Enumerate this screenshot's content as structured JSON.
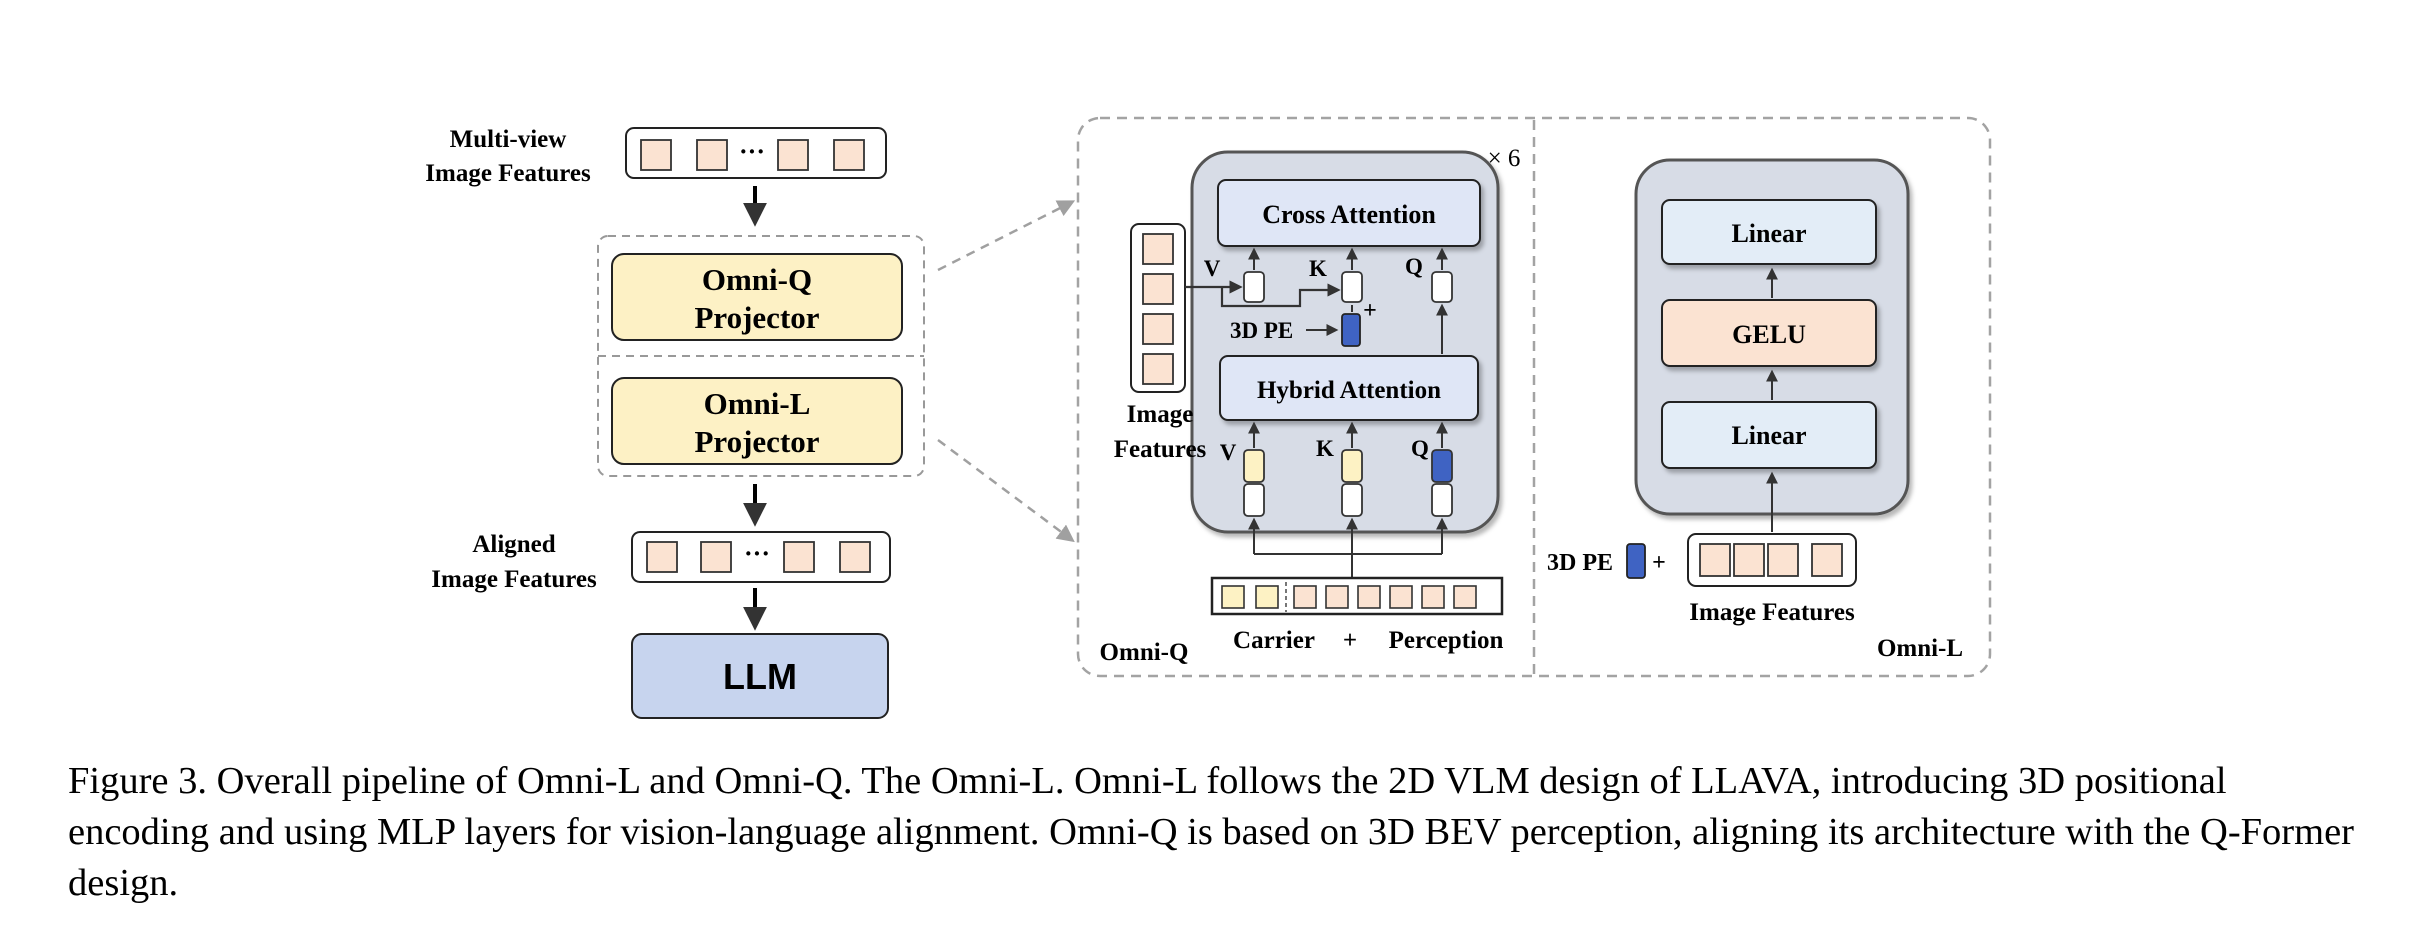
{
  "pipeline": {
    "input_label_line1": "Multi-view",
    "input_label_line2": "Image Features",
    "ellipsis": "···",
    "omni_q_projector_line1": "Omni-Q",
    "omni_q_projector_line2": "Projector",
    "omni_l_projector_line1": "Omni-L",
    "omni_l_projector_line2": "Projector",
    "aligned_label_line1": "Aligned",
    "aligned_label_line2": "Image Features",
    "llm_label": "LLM"
  },
  "omni_q": {
    "repeat_label": "× 6",
    "cross_attention_label": "Cross Attention",
    "hybrid_attention_label": "Hybrid Attention",
    "v_label": "V",
    "k_label": "K",
    "q_label": "Q",
    "pe_label": "3D PE",
    "plus_label": "+",
    "image_features_line1": "Image",
    "image_features_line2": "Features",
    "carrier_label": "Carrier",
    "perception_label": "Perception",
    "panel_label": "Omni-Q"
  },
  "omni_l": {
    "linear_top_label": "Linear",
    "gelu_label": "GELU",
    "linear_bottom_label": "Linear",
    "pe_label": "3D PE",
    "plus_label": "+",
    "image_features_label": "Image Features",
    "panel_label": "Omni-L"
  },
  "colors": {
    "token_peach": "#fbe3d2",
    "token_yellow": "#fdf2c4",
    "token_blue": "#3f63c3",
    "projector_yellow": "#fdf1c5",
    "llm_blue": "#c7d4ee",
    "panel_gray": "#d7dce6",
    "attention_blue": "#dfe6f6",
    "linear_blue": "#e3edf7",
    "gelu_peach": "#fbe3d2"
  },
  "caption": {
    "text": "Figure 3. Overall pipeline of Omni-L and Omni-Q. The Omni-L. Omni-L follows the 2D VLM design of LLAVA, introducing 3D positional encoding and using MLP layers for vision-language alignment. Omni-Q is based on 3D BEV perception, aligning its architecture with the Q-Former design."
  }
}
